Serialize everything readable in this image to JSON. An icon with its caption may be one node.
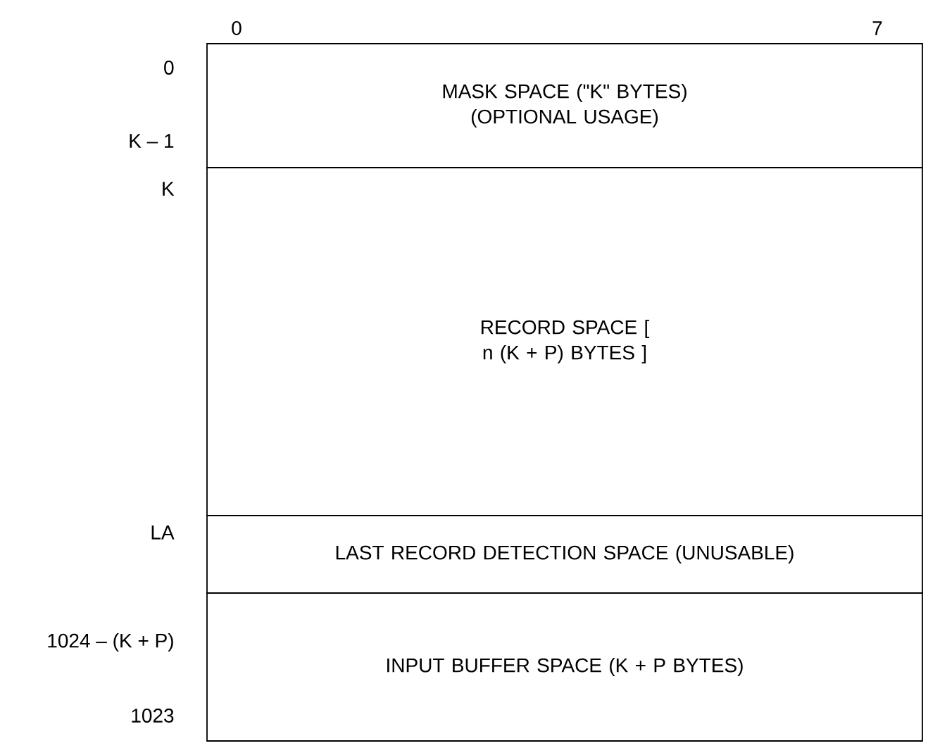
{
  "diagram": {
    "nodes": [
      {
        "text": [
          "MASK SPACE (\"K\" BYTES) (OPTIONAL USAGE)"
        ]
      },
      {
        "text": [
          "RECORD SPACE [ n (K + P) BYTES ]"
        ]
      },
      {
        "text": [
          "LAST RECORD DETECTION SPACE (UNUSABLE)"
        ]
      },
      {
        "text": [
          "INPUT BUFFER SPACE (K + P BYTES)"
        ]
      }
    ],
    "labels": [
      "0",
      "7",
      "0",
      "K – 1",
      "K",
      "LA",
      "1024 – (K + P)",
      "1023"
    ]
  }
}
